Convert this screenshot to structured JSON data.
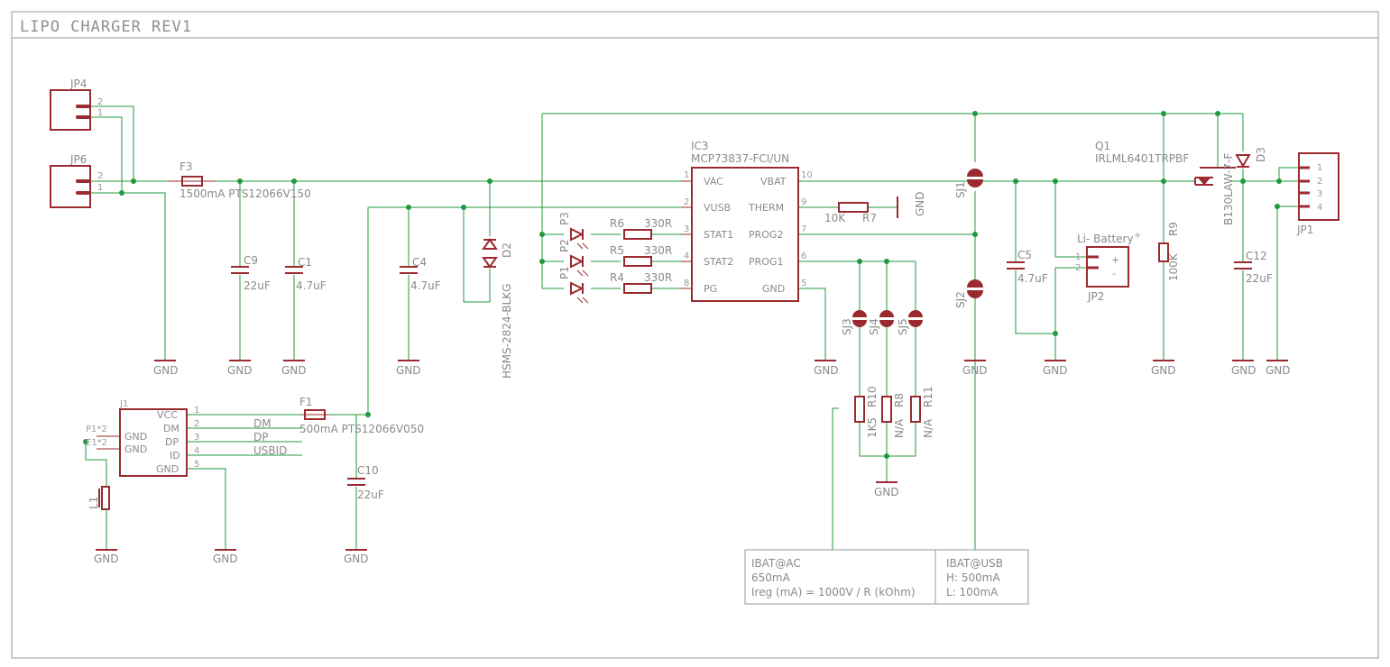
{
  "title": "LIPO CHARGER REV1",
  "gnd": "GND",
  "connectors": {
    "jp4": {
      "name": "JP4",
      "pins": [
        "2",
        "1"
      ]
    },
    "jp6": {
      "name": "JP6",
      "pins": [
        "2",
        "1"
      ]
    },
    "jp1": {
      "name": "JP1",
      "pins": [
        "1",
        "2",
        "3",
        "4"
      ]
    },
    "jp2": {
      "name": "JP2",
      "label": "Li- Battery",
      "plus": "+",
      "pin1": "1",
      "pin2": "2",
      "p1sym": "+",
      "p2sym": "-"
    }
  },
  "fuses": {
    "f3": {
      "name": "F3",
      "value": "1500mA PTS12066V150"
    },
    "f1": {
      "name": "F1",
      "value": "500mA PTS12066V050"
    }
  },
  "capacitors": {
    "c9": {
      "name": "C9",
      "value": "22uF"
    },
    "c1": {
      "name": "C1",
      "value": "4.7uF"
    },
    "c4": {
      "name": "C4",
      "value": "4.7uF"
    },
    "c5": {
      "name": "C5",
      "value": "4.7uF"
    },
    "c12": {
      "name": "C12",
      "value": "22uF"
    },
    "c10": {
      "name": "C10",
      "value": "22uF"
    }
  },
  "diodes": {
    "d2": {
      "name": "D2",
      "value": "HSMS-2824-BLKG"
    },
    "d3": {
      "name": "D3",
      "value": "B130LAW-7-F"
    }
  },
  "leds": [
    "P3",
    "P2",
    "P1"
  ],
  "resistors": {
    "r6": {
      "name": "R6",
      "value": "330R"
    },
    "r5": {
      "name": "R5",
      "value": "330R"
    },
    "r4": {
      "name": "R4",
      "value": "330R"
    },
    "r7": {
      "name": "R7",
      "value": "10K"
    },
    "r9": {
      "name": "R9",
      "value": "100K"
    },
    "r10": {
      "name": "R10",
      "value": "1K5"
    },
    "r8": {
      "name": "R8",
      "value": "N/A"
    },
    "r11": {
      "name": "R11",
      "value": "N/A"
    }
  },
  "ic3": {
    "name": "IC3",
    "part": "MCP73837-FCI/UN",
    "left_pins": [
      {
        "num": "1",
        "label": "VAC"
      },
      {
        "num": "2",
        "label": "VUSB"
      },
      {
        "num": "3",
        "label": "STAT1"
      },
      {
        "num": "4",
        "label": "STAT2"
      },
      {
        "num": "8",
        "label": "PG"
      }
    ],
    "right_pins": [
      {
        "num": "10",
        "label": "VBAT"
      },
      {
        "num": "9",
        "label": "THERM"
      },
      {
        "num": "7",
        "label": "PROG2"
      },
      {
        "num": "6",
        "label": "PROG1"
      },
      {
        "num": "5",
        "label": "GND"
      }
    ]
  },
  "q1": {
    "name": "Q1",
    "value": "IRLML6401TRPBF"
  },
  "jumpers": [
    "SJ1",
    "SJ2",
    "SJ3",
    "SJ4",
    "SJ5"
  ],
  "j1": {
    "name": "J1",
    "pins": [
      {
        "num": "1",
        "label": "VCC"
      },
      {
        "num": "2",
        "label": "DM"
      },
      {
        "num": "3",
        "label": "DP"
      },
      {
        "num": "4",
        "label": "ID"
      },
      {
        "num": "5",
        "label": "GND"
      }
    ],
    "left_labels": [
      "GND",
      "GND"
    ],
    "pad_labels": [
      "P1*2",
      "E1*2"
    ],
    "nets": [
      "DM",
      "DP",
      "USBID"
    ]
  },
  "l1": {
    "name": "L1"
  },
  "table": {
    "left": {
      "title": "IBAT@AC",
      "line1": "650mA",
      "line2": "Ireg (mA) = 1000V / R (kOhm)"
    },
    "right": {
      "title": "IBAT@USB",
      "line1": "H: 500mA",
      "line2": "L: 100mA"
    }
  }
}
